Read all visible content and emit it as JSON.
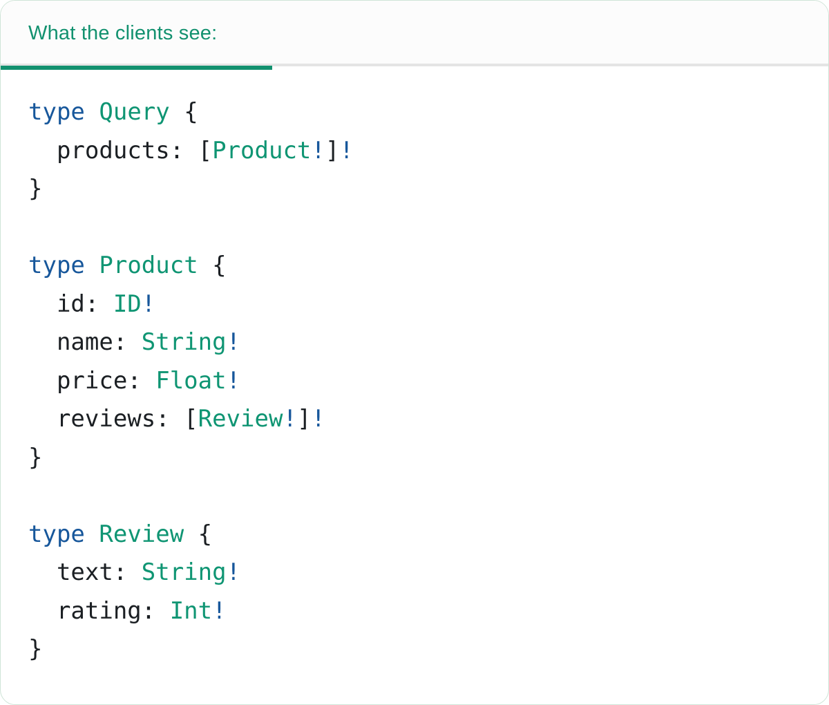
{
  "header": {
    "tab_label": "What the clients see:"
  },
  "colors": {
    "teal": "#0F9573",
    "blue": "#17579B",
    "code_text": "#1B1F23",
    "tab_underline": "#12916F",
    "separator": "#E4E4E4",
    "card_border": "#CFE4D7",
    "header_bg": "#FCFCFC"
  },
  "code": {
    "language": "graphql",
    "source": "type Query {\n  products: [Product!]!\n}\n\ntype Product {\n  id: ID!\n  name: String!\n  price: Float!\n  reviews: [Review!]!\n}\n\ntype Review {\n  text: String!\n  rating: Int!\n}",
    "lines": [
      [
        {
          "t": "kw",
          "v": "type"
        },
        {
          "t": "pl",
          "v": " "
        },
        {
          "t": "ty",
          "v": "Query"
        },
        {
          "t": "pl",
          "v": " {"
        }
      ],
      [
        {
          "t": "pl",
          "v": "  products: ["
        },
        {
          "t": "ty",
          "v": "Product"
        },
        {
          "t": "bang",
          "v": "!"
        },
        {
          "t": "pl",
          "v": "]"
        },
        {
          "t": "bang",
          "v": "!"
        }
      ],
      [
        {
          "t": "pl",
          "v": "}"
        }
      ],
      [],
      [
        {
          "t": "kw",
          "v": "type"
        },
        {
          "t": "pl",
          "v": " "
        },
        {
          "t": "ty",
          "v": "Product"
        },
        {
          "t": "pl",
          "v": " {"
        }
      ],
      [
        {
          "t": "pl",
          "v": "  id: "
        },
        {
          "t": "ty",
          "v": "ID"
        },
        {
          "t": "bang",
          "v": "!"
        }
      ],
      [
        {
          "t": "pl",
          "v": "  name: "
        },
        {
          "t": "ty",
          "v": "String"
        },
        {
          "t": "bang",
          "v": "!"
        }
      ],
      [
        {
          "t": "pl",
          "v": "  price: "
        },
        {
          "t": "ty",
          "v": "Float"
        },
        {
          "t": "bang",
          "v": "!"
        }
      ],
      [
        {
          "t": "pl",
          "v": "  reviews: ["
        },
        {
          "t": "ty",
          "v": "Review"
        },
        {
          "t": "bang",
          "v": "!"
        },
        {
          "t": "pl",
          "v": "]"
        },
        {
          "t": "bang",
          "v": "!"
        }
      ],
      [
        {
          "t": "pl",
          "v": "}"
        }
      ],
      [],
      [
        {
          "t": "kw",
          "v": "type"
        },
        {
          "t": "pl",
          "v": " "
        },
        {
          "t": "ty",
          "v": "Review"
        },
        {
          "t": "pl",
          "v": " {"
        }
      ],
      [
        {
          "t": "pl",
          "v": "  text: "
        },
        {
          "t": "ty",
          "v": "String"
        },
        {
          "t": "bang",
          "v": "!"
        }
      ],
      [
        {
          "t": "pl",
          "v": "  rating: "
        },
        {
          "t": "ty",
          "v": "Int"
        },
        {
          "t": "bang",
          "v": "!"
        }
      ],
      [
        {
          "t": "pl",
          "v": "}"
        }
      ]
    ]
  }
}
